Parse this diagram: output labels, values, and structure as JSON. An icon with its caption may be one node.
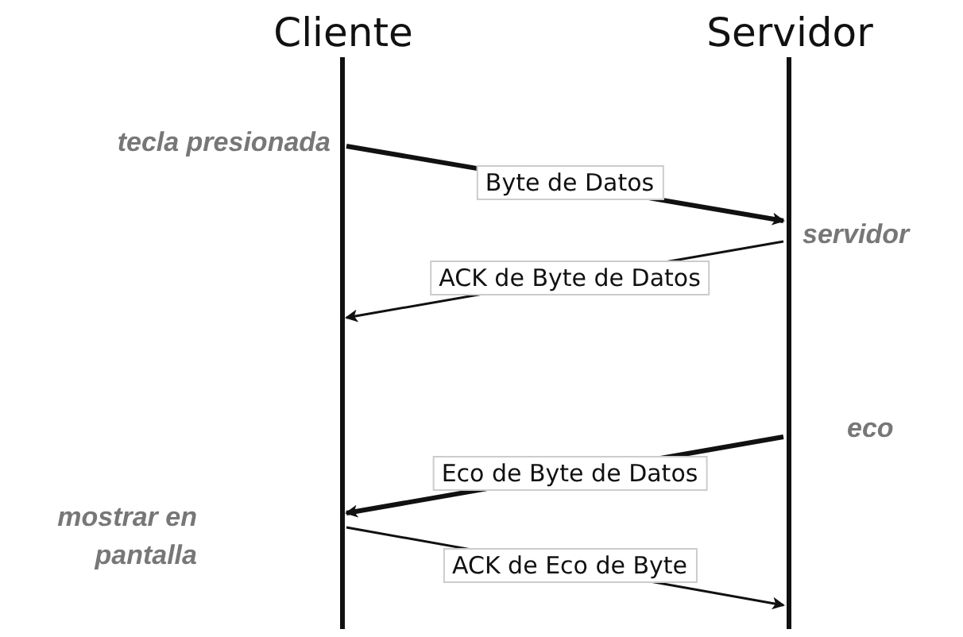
{
  "diagram": {
    "nodes": [
      {
        "text": [
          "Cliente"
        ]
      },
      {
        "text": [
          "Servidor"
        ]
      }
    ],
    "edges": [
      {
        "from": 0,
        "to": 1,
        "arrow": "to",
        "label": "Byte de Datos",
        "style": "thick"
      },
      {
        "from": 1,
        "to": 0,
        "arrow": "to",
        "label": "ACK de Byte de Datos"
      },
      {
        "from": 1,
        "to": 0,
        "arrow": "to",
        "label": "Eco de Byte de Datos",
        "style": "thick"
      },
      {
        "from": 0,
        "to": 1,
        "arrow": "to",
        "label": "ACK de Eco de Byte"
      }
    ],
    "labels": [
      "tecla presionada",
      "servidor",
      "eco",
      "mostrar en pantalla"
    ]
  }
}
